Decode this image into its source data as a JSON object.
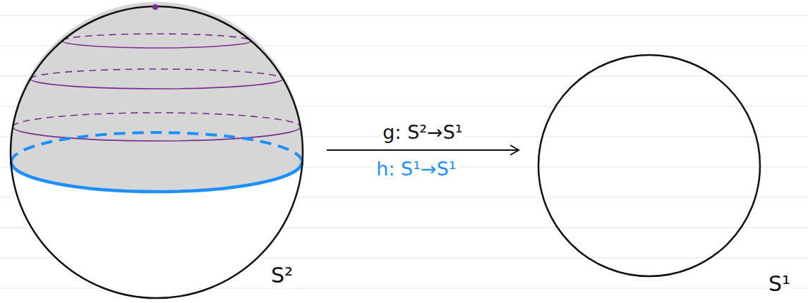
{
  "diagram": {
    "nodes": [
      {
        "text": [
          "S²"
        ]
      },
      {
        "text": [
          "S¹"
        ]
      }
    ],
    "edges": [
      {
        "from": 0,
        "to": 1,
        "arrow": "to",
        "label": "g: S²→S¹"
      }
    ],
    "labels": [
      "h: S¹→S¹"
    ]
  }
}
